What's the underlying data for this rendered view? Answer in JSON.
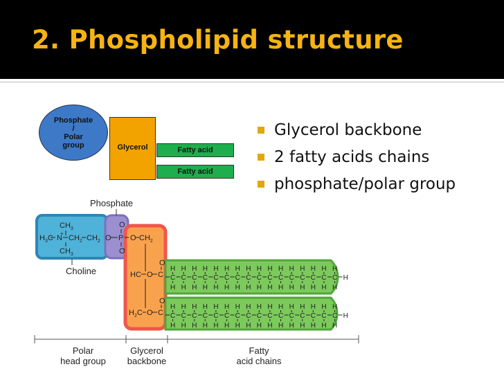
{
  "slide": {
    "title": "2. Phospholipid structure",
    "bullets": [
      {
        "text": "Glycerol backbone"
      },
      {
        "text": "2 fatty acids chains"
      },
      {
        "text": "phosphate/polar group"
      }
    ]
  },
  "block_diagram": {
    "phosphate_lines": [
      "Phosphate",
      "/",
      "Polar",
      "group"
    ],
    "glycerol_label": "Glycerol",
    "fatty_acid_labels": [
      "Fatty acid",
      "Fatty acid"
    ]
  },
  "structure": {
    "phosphate_label": "Phosphate",
    "choline_label": "Choline",
    "ch3_top": "CH",
    "ch3_bottom": "CH",
    "sub3": "3",
    "sub2": "2",
    "h3c": "H",
    "n_atom": "N",
    "ch2_a": "CH",
    "ch2_b": "CH",
    "o_atom": "O",
    "p_atom": "P",
    "c_atom": "C",
    "hc_label": "HC",
    "h2c_label": "H",
    "bottom_labels": {
      "polar": [
        "Polar",
        "head group"
      ],
      "glycerol": [
        "Glycerol",
        "backbone"
      ],
      "fatty": [
        "Fatty",
        "acid chains"
      ]
    }
  },
  "colors": {
    "title_bg": "#000000",
    "title_text": "#F6B312",
    "bullet_marker": "#E2A70A",
    "phosphate_oval": "#3D79C6",
    "glycerol_box": "#F2A300",
    "fatty_acid_box": "#1EAE4D",
    "choline_region": "#4FB3D9",
    "phosphate_region": "#9B8FD0",
    "glycerol_region": "#F58A3C",
    "fatty_region": "#6BC14F"
  }
}
